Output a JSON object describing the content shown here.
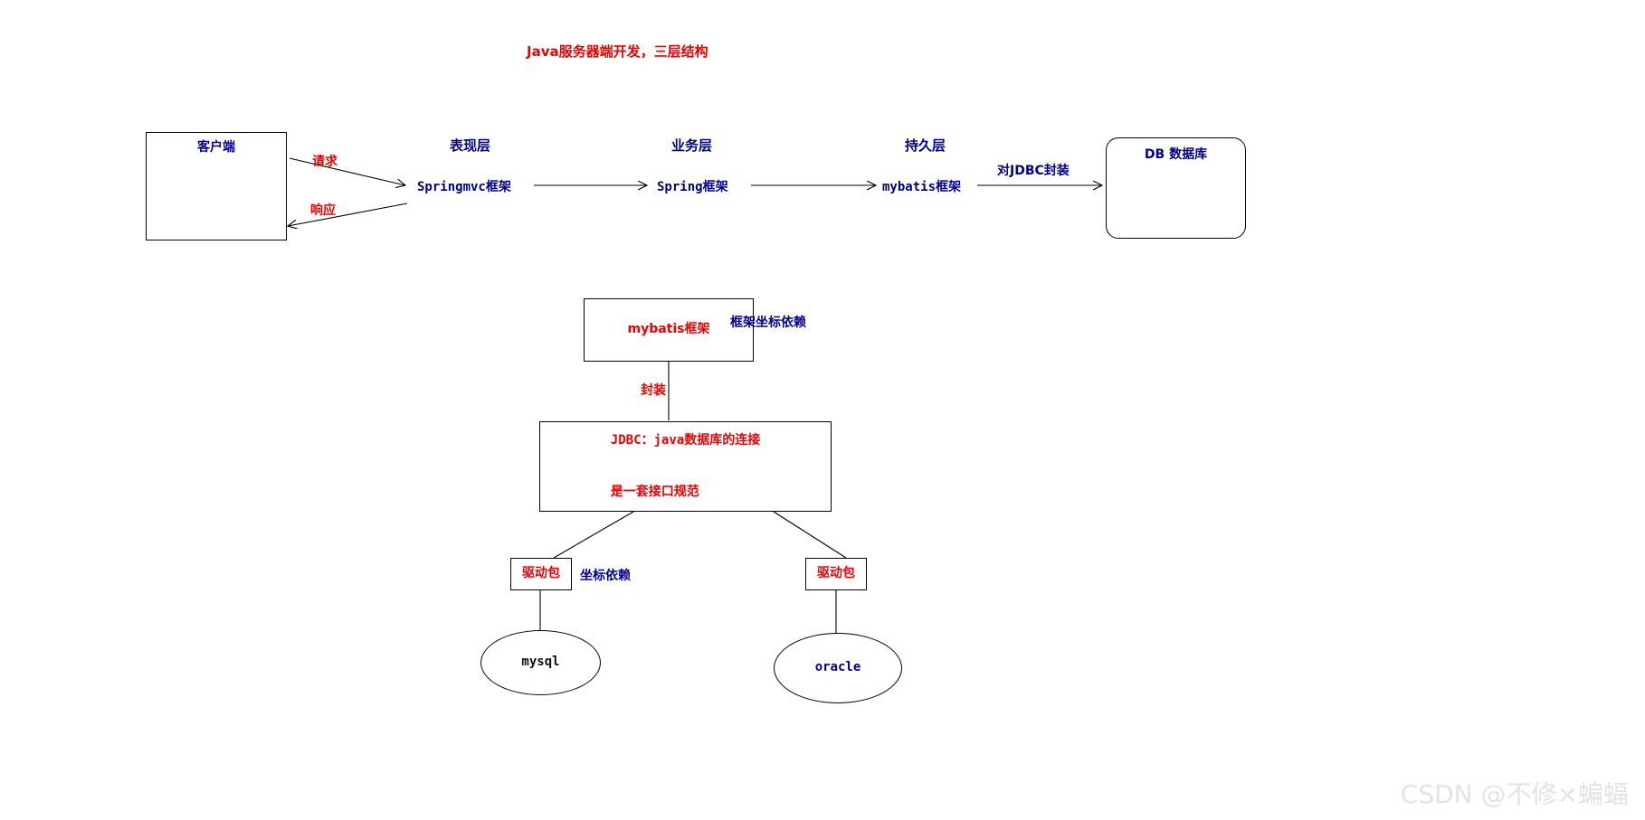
{
  "page": {
    "title": "Java服务器端开发，三层结构",
    "background": "#ffffff",
    "accent_red": "#ee0000",
    "accent_blue": "#00008b"
  },
  "top_flow": {
    "client_box": {
      "label": "客户端"
    },
    "request_label": "请求",
    "response_label": "响应",
    "layers": [
      {
        "layer": "表现层",
        "framework": "Springmvc框架"
      },
      {
        "layer": "业务层",
        "framework": "Spring框架"
      },
      {
        "layer": "持久层",
        "framework": "mybatis框架"
      }
    ],
    "jdbc_wrap_label": "对JDBC封装",
    "database_box": {
      "label": "DB 数据库"
    }
  },
  "detail_tree": {
    "mybatis_box": {
      "label": "mybatis框架"
    },
    "framework_coord_label": "框架坐标依赖",
    "encapsulate_label": "封装",
    "jdbc_box": {
      "line1": "JDBC：java数据库的连接",
      "line2": "是一套接口规范"
    },
    "driver_left": {
      "label": "驱动包"
    },
    "driver_left_dependency_label": "坐标依赖",
    "driver_right": {
      "label": "驱动包"
    },
    "db_left": {
      "label": "mysql"
    },
    "db_right": {
      "label": "oracle"
    }
  },
  "watermark": {
    "text": "CSDN @不修×蝙蝠"
  }
}
